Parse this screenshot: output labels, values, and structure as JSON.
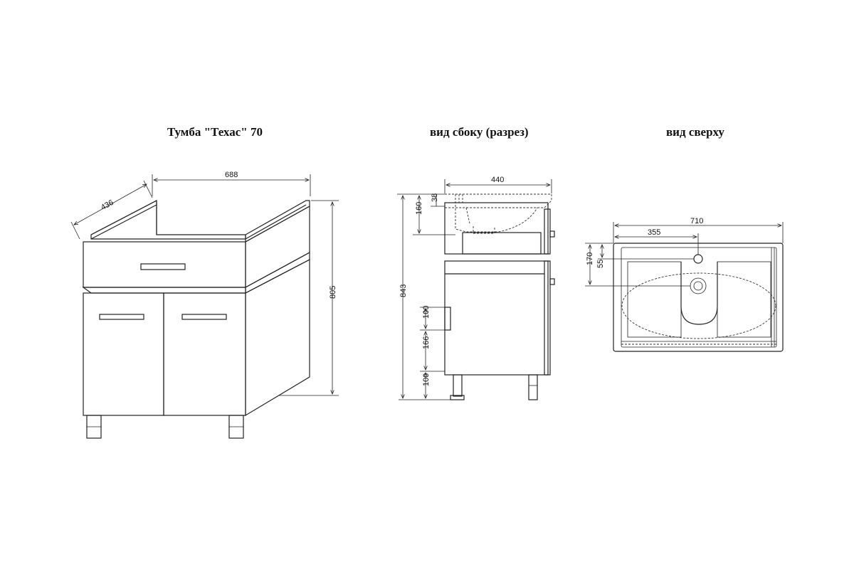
{
  "titles": {
    "main": "Тумба \"Техас\" 70",
    "side": "вид сбоку (разрез)",
    "top": "вид сверху"
  },
  "dims": {
    "width": "688",
    "depth": "436",
    "height": "805",
    "side_depth": "440",
    "side_38": "38",
    "side_160": "160",
    "side_843": "843",
    "side_100a": "100",
    "side_166": "166",
    "side_100b": "100",
    "top_710": "710",
    "top_355": "355",
    "top_170": "170",
    "top_55": "55"
  }
}
